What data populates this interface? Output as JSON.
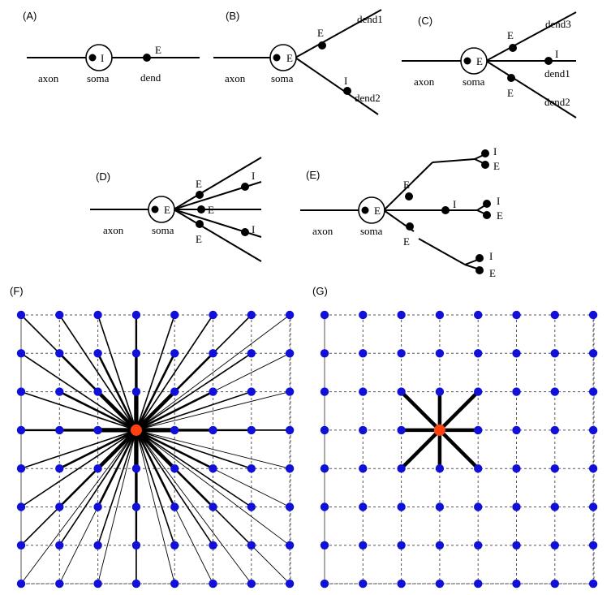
{
  "panels": {
    "A": {
      "tag": "(A)",
      "axon": "axon",
      "soma": "soma",
      "soma_type": "I",
      "dend": "dend",
      "syn": "E"
    },
    "B": {
      "tag": "(B)",
      "axon": "axon",
      "soma": "soma",
      "soma_type": "E",
      "dend1": "dend1",
      "dend2": "dend2",
      "syn1": "E",
      "syn2": "I"
    },
    "C": {
      "tag": "(C)",
      "axon": "axon",
      "soma": "soma",
      "soma_type": "E",
      "dend1": "dend1",
      "dend2": "dend2",
      "dend3": "dend3",
      "syn_up": "E",
      "syn_mid": "I",
      "syn_down": "E"
    },
    "D": {
      "tag": "(D)",
      "axon": "axon",
      "soma": "soma",
      "soma_type": "E",
      "syn_a": "E",
      "syn_b": "I",
      "syn_c": "E",
      "syn_d": "E",
      "syn_e": "I"
    },
    "E": {
      "tag": "(E)",
      "axon": "axon",
      "soma": "soma",
      "soma_type": "E",
      "syn_up": "E",
      "syn_mid": "I",
      "syn_down": "E",
      "t1a": "I",
      "t1b": "E",
      "t2a": "I",
      "t2b": "E",
      "t3a": "I",
      "t3b": "E"
    },
    "F": {
      "tag": "(F)"
    },
    "G": {
      "tag": "(G)"
    }
  },
  "colors": {
    "node": "#1010d8",
    "center": "#ff4010",
    "line": "#000000",
    "grid": "#555555"
  }
}
